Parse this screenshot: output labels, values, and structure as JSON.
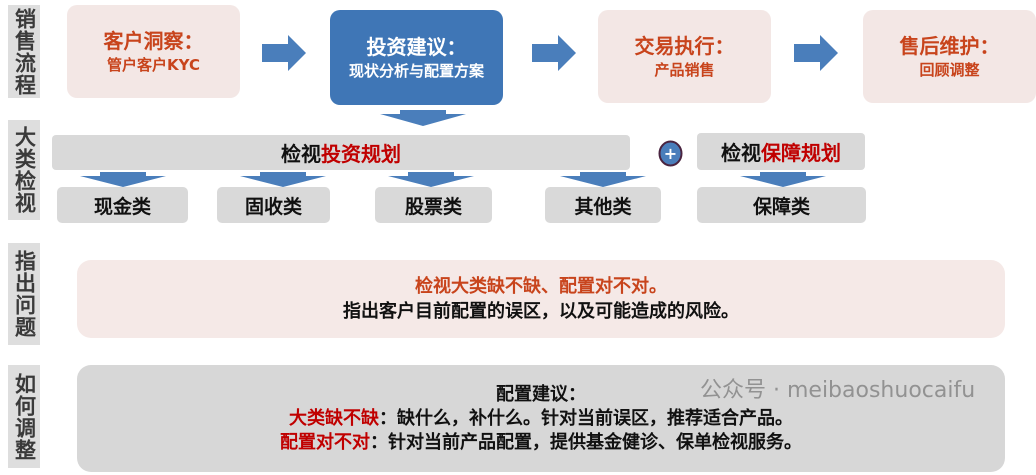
{
  "side_labels": [
    "销售流程",
    "大类检视",
    "指出问题",
    "如何调整"
  ],
  "steps": [
    {
      "title": "客户洞察：",
      "subtitle": "管户客户KYC"
    },
    {
      "title": "投资建议：",
      "subtitle": "现状分析与配置方案"
    },
    {
      "title": "交易执行：",
      "subtitle": "产品销售"
    },
    {
      "title": "售后维护：",
      "subtitle": "回顾调整"
    }
  ],
  "review": {
    "investment_prefix": "检视",
    "investment_highlight": "投资规划",
    "plus": "+",
    "protection_prefix": "检视",
    "protection_highlight": "保障规划",
    "categories": [
      "现金类",
      "固收类",
      "股票类",
      "其他类",
      "保障类"
    ]
  },
  "problem": {
    "line1": "检视大类缺不缺、配置对不对。",
    "line2": "指出客户目前配置的误区，以及可能造成的风险。"
  },
  "adjust": {
    "title": "配置建议：",
    "line1_label": "大类缺不缺",
    "line1_text": "：缺什么，补什么。针对当前误区，推荐适合产品。",
    "line2_label": "配置对不对",
    "line2_text": "：针对当前产品配置，提供基金健诊、保单检视服务。"
  },
  "watermark": "公众号 · meibaoshuocaifu",
  "colors": {
    "arrow": "#4a7ebb",
    "highlight_red": "#c00000",
    "step_text": "#c8441c",
    "step_pink": "#f3e7e5",
    "step_blue": "#3f76b6",
    "gray": "#d9d9d9"
  }
}
